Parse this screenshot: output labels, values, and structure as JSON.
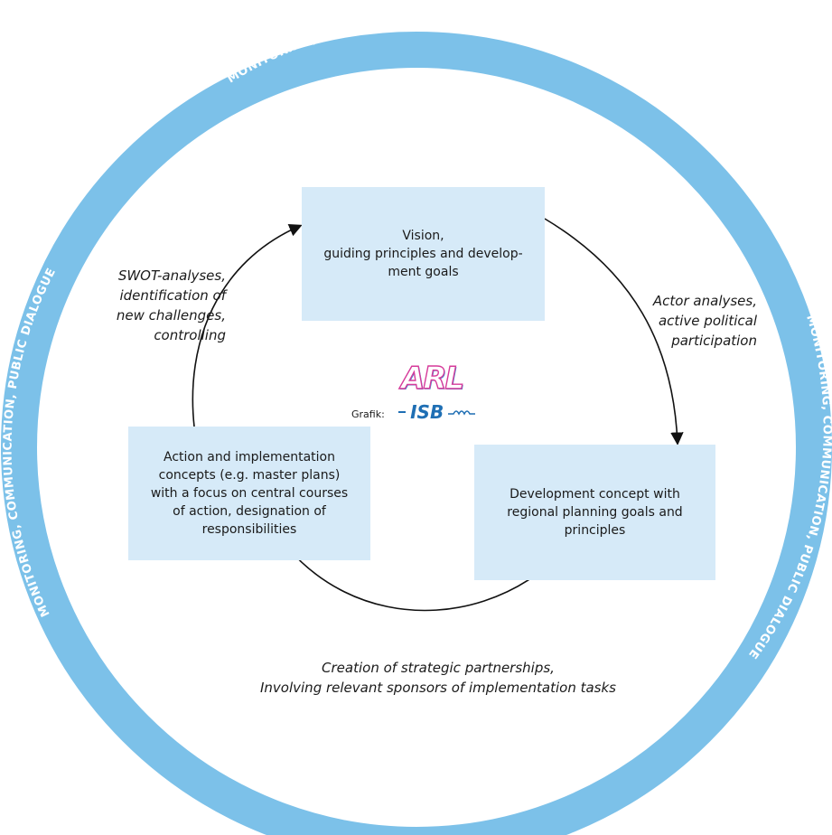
{
  "ring": {
    "color": "#7cc1e9",
    "text_top": "MONITORING, COMMUNICATION, PUBLIC DIALOGUE",
    "text_left": "MONITORING, COMMUNICATION, PUBLIC DIALOGUE",
    "text_right": "MONITORING, COMMUNICATION, PUBLIC DIALOGUE"
  },
  "boxes": {
    "vision": "Vision,\nguiding principles and develop-\nment goals",
    "development": "Development concept with\nregional planning goals and\nprinciples",
    "action": "Action and implementation\nconcepts (e.g. master plans)\nwith a focus on central courses\nof action, designation of\nresponsibilities"
  },
  "labels": {
    "swot": "SWOT-analyses,\nidentification of\nnew challenges,\ncontrolling",
    "actor": "Actor analyses,\nactive political\nparticipation",
    "creation": "Creation of strategic partnerships,\nInvolving relevant sponsors of implementation tasks"
  },
  "logo": {
    "arl": "ARL",
    "grafik": "Grafik:",
    "isb": "ISB"
  }
}
